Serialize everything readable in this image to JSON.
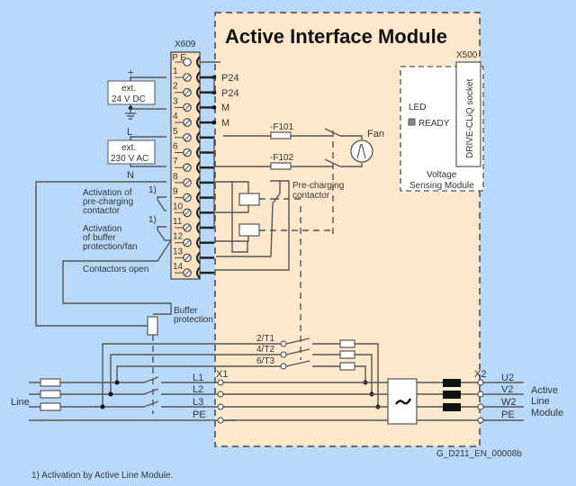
{
  "title": "Active Interface Module",
  "colors": {
    "background": "#b9d9fb",
    "module_fill": "#fde8cc",
    "terminal_strip": "#fbe3c2"
  },
  "x609": {
    "label": "X609",
    "pe_label": "P E",
    "terminals": [
      "1",
      "2",
      "3",
      "4",
      "5",
      "6",
      "7",
      "8",
      "9",
      "10",
      "11",
      "12",
      "13",
      "14"
    ],
    "signals": [
      "P24",
      "P24",
      "M",
      "M"
    ]
  },
  "external_24v": {
    "line1": "ext.",
    "line2": "24 V DC",
    "plus": "+"
  },
  "external_230v": {
    "line1": "ext.",
    "line2": "230 V AC",
    "l": "L",
    "n": "N"
  },
  "activation_precharging": {
    "note": "1)",
    "line1": "Activation of",
    "line2": "pre-charging",
    "line3": "contactor"
  },
  "activation_buffer": {
    "note": "1)",
    "line1": "Activation",
    "line2": "of buffer",
    "line3": "protection/fan"
  },
  "contactors_open": "Contactors open",
  "buffer_protection": {
    "line1": "Buffer",
    "line2": "protection"
  },
  "fuses": {
    "f101": "-F101",
    "f102": "-F102"
  },
  "fan": "Fan",
  "precharging_contactor": {
    "line1": "Pre-charging",
    "line2": "contactor"
  },
  "vsm": {
    "x500": "X500",
    "led": "LED",
    "ready": "READY",
    "socket": "DRIVE-CLiQ socket",
    "line1": "Voltage",
    "line2": "Sensing Module"
  },
  "precharge_terms": [
    "2/T1",
    "4/T2",
    "6/T3"
  ],
  "x1": {
    "label": "X1",
    "phases": [
      "L1",
      "L2",
      "L3",
      "PE"
    ]
  },
  "x2": {
    "label": "X2",
    "phases": [
      "U2",
      "V2",
      "W2",
      "PE"
    ]
  },
  "line_label": "Line",
  "active_line_module": {
    "line1": "Active",
    "line2": "Line",
    "line3": "Module"
  },
  "doc_id": "G_D211_EN_00008b",
  "footnote": "1) Activation by Active Line Module."
}
